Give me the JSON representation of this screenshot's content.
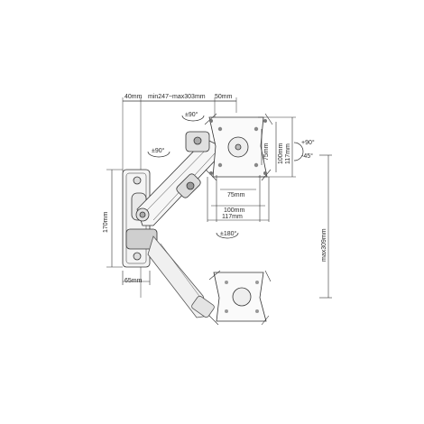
{
  "dims": {
    "top_offset": "40mm",
    "top_range": "min247~max303mm",
    "top_right": "50mm",
    "h75": "75mm",
    "h100": "100mm",
    "h117": "117mm",
    "v75": "75mm",
    "v100": "100mm",
    "v117": "117mm",
    "wall_height": "170mm",
    "wall_width": "65mm",
    "max_height": "max309mm"
  },
  "rotations": {
    "arm_swivel": "±90°",
    "head_swivel": "±90°",
    "tilt_up": "+90°",
    "tilt_down": "-45°",
    "rotate": "±180°"
  },
  "colors": {
    "line": "#333333",
    "part_fill": "#f4f4f4",
    "shade": "#9a9a9a"
  }
}
